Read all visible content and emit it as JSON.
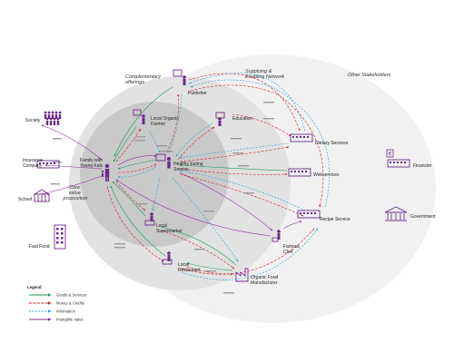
{
  "zones": {
    "supplying": [
      "Supplying &",
      "Enabling Network"
    ],
    "other": "Other Stakeholders",
    "complementary": [
      "Complementary",
      "offerings"
    ],
    "core": [
      "Core",
      "value",
      "proposition"
    ]
  },
  "nodes": [
    {
      "key": "society",
      "label": [
        "Society"
      ]
    },
    {
      "key": "insurance",
      "label": [
        "Insurance",
        "Company"
      ]
    },
    {
      "key": "school",
      "label": [
        "School"
      ]
    },
    {
      "key": "fastfood",
      "label": [
        "Fast Food"
      ]
    },
    {
      "key": "family",
      "label": [
        "Family with",
        "Young Kids"
      ]
    },
    {
      "key": "publisher",
      "label": [
        "Publisher"
      ]
    },
    {
      "key": "farmer",
      "label": [
        "Local Organic",
        "Farmer"
      ]
    },
    {
      "key": "education",
      "label": [
        "Education"
      ]
    },
    {
      "key": "dietary",
      "label": [
        "Dietary Services"
      ]
    },
    {
      "key": "healthy",
      "label": [
        "Healthy Eating",
        "Service"
      ]
    },
    {
      "key": "webservices",
      "label": [
        "Webservices"
      ]
    },
    {
      "key": "financier",
      "label": [
        "Financier"
      ]
    },
    {
      "key": "recipe",
      "label": [
        "Recipe Service"
      ]
    },
    {
      "key": "government",
      "label": [
        "Government"
      ]
    },
    {
      "key": "supermarket",
      "label": [
        "Local",
        "Supermarket"
      ]
    },
    {
      "key": "chef",
      "label": [
        "Famous",
        "Chef"
      ]
    },
    {
      "key": "restaurant",
      "label": [
        "Local",
        "Restaurant"
      ]
    },
    {
      "key": "manufacturer",
      "label": [
        "Organic Food",
        "Manufacturer"
      ]
    }
  ],
  "colors": {
    "goods": "#1a9a5a",
    "money": "#d0232b",
    "information": "#1aa0d8",
    "intangible": "#8a2a9a",
    "icon": "#6a2a8a",
    "core_fill": "#c9c9c9",
    "mid_fill": "#dedede",
    "outer_fill": "#efefef"
  },
  "legend": {
    "title": "Legend",
    "items": [
      {
        "key": "goods",
        "label": "Goods & Services",
        "dash": "none"
      },
      {
        "key": "money",
        "label": "Money & Credits",
        "dash": "3 1.5"
      },
      {
        "key": "information",
        "label": "Information",
        "dash": "2 1.5"
      },
      {
        "key": "intangible",
        "label": "Intangible Value",
        "dash": "none"
      }
    ]
  }
}
